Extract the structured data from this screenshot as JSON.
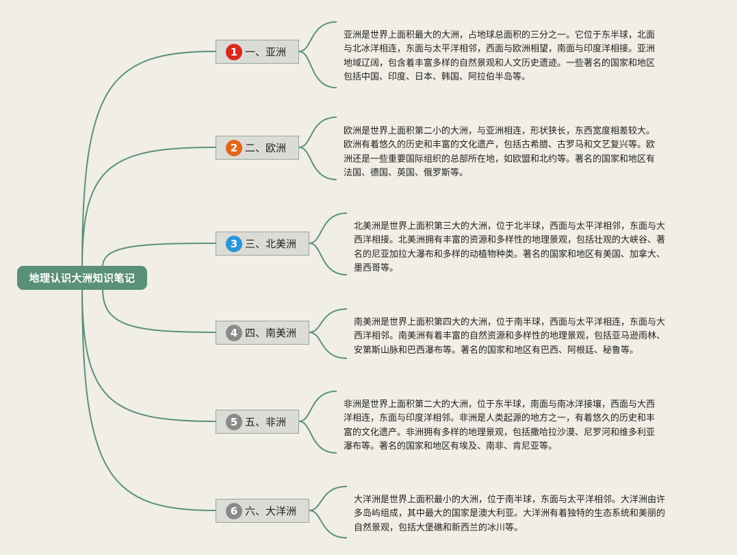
{
  "root": {
    "label": "地理认识大洲知识笔记"
  },
  "colors": {
    "connector": "#5c8f7f",
    "root_bg": "#5a8f78",
    "branch_bg": "#dcdcd6",
    "branch_border": "#9aa3a0"
  },
  "branches": [
    {
      "number": "1",
      "label": "一、亚洲",
      "badge_color": "#d9281e",
      "lines": [
        "亚洲是世界上面积最大的大洲，占地球总面积的三分之一。它位于东半球，北面",
        "与北冰洋相连，东面与太平洋相邻，西面与欧洲相望，南面与印度洋相接。亚洲",
        "地域辽阔，包含着丰富多样的自然景观和人文历史遗迹。一些著名的国家和地区",
        "包括中国、印度、日本、韩国、阿拉伯半岛等。"
      ]
    },
    {
      "number": "2",
      "label": "二、欧洲",
      "badge_color": "#e0661c",
      "lines": [
        "欧洲是世界上面积第二小的大洲，与亚洲相连，形状狭长，东西宽度相差较大。",
        "欧洲有着悠久的历史和丰富的文化遗产，包括古希腊、古罗马和文艺复兴等。欧",
        "洲还是一些重要国际组织的总部所在地，如欧盟和北约等。著名的国家和地区有",
        "法国、德国、英国、俄罗斯等。"
      ]
    },
    {
      "number": "3",
      "label": "三、北美洲",
      "badge_color": "#2a96d9",
      "lines": [
        "北美洲是世界上面积第三大的大洲，位于北半球，西面与太平洋相邻，东面与大",
        "西洋相接。北美洲拥有丰富的资源和多样性的地理景观，包括壮观的大峡谷、著",
        "名的尼亚加拉大瀑布和多样的动植物种类。著名的国家和地区有美国、加拿大、",
        "墨西哥等。"
      ]
    },
    {
      "number": "4",
      "label": "四、南美洲",
      "badge_color": "#8a8a8a",
      "lines": [
        "南美洲是世界上面积第四大的大洲，位于南半球，西面与太平洋相连，东面与大",
        "西洋相邻。南美洲有着丰富的自然资源和多样性的地理景观，包括亚马逊雨林、",
        "安第斯山脉和巴西瀑布等。著名的国家和地区有巴西、阿根廷、秘鲁等。"
      ]
    },
    {
      "number": "5",
      "label": "五、非洲",
      "badge_color": "#8a8a8a",
      "lines": [
        "非洲是世界上面积第二大的大洲，位于东半球，南面与南冰洋接壤，西面与大西",
        "洋相连，东面与印度洋相邻。非洲是人类起源的地方之一，有着悠久的历史和丰",
        "富的文化遗产。非洲拥有多样的地理景观，包括撒哈拉沙漠、尼罗河和维多利亚",
        "瀑布等。著名的国家和地区有埃及、南非、肯尼亚等。"
      ]
    },
    {
      "number": "6",
      "label": "六、大洋洲",
      "badge_color": "#8a8a8a",
      "lines": [
        "大洋洲是世界上面积最小的大洲，位于南半球，东面与太平洋相邻。大洋洲由许",
        "多岛屿组成，其中最大的国家是澳大利亚。大洋洲有着独特的生态系统和美丽的",
        "自然景观，包括大堡礁和新西兰的冰川等。"
      ]
    }
  ]
}
